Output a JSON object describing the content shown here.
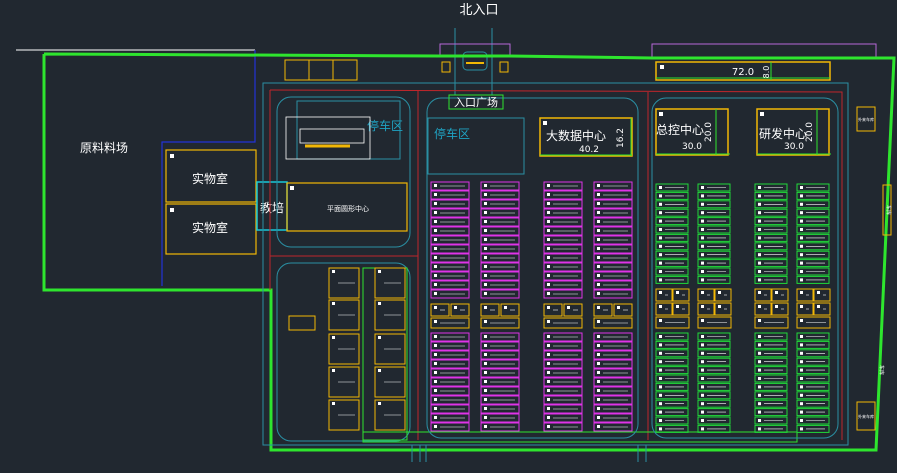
{
  "colors": {
    "background": "#212830",
    "boundary": "#2ee52e",
    "building": "#f2b705",
    "road": "#2a8fa3",
    "road_red": "#c0262b",
    "magenta_rows": "#e033e8",
    "green_rows": "#21d93a",
    "text": "#ffffff",
    "cyan_text": "#1fa2c2",
    "purple": "#b768d8",
    "blue_line": "#2233d6"
  },
  "labels": {
    "north_entrance": "北入口",
    "raw_material_yard": "原料料场",
    "lab_1": "实物室",
    "lab_2": "实物室",
    "teaching": "教培",
    "park_center": "平面圆形中心",
    "parking_1": "停车区",
    "parking_2": "停车区",
    "entrance_plaza": "入口广场",
    "big_data_center": "大数据中心",
    "big_data_w": "40.2",
    "big_data_h": "16.2",
    "control_center": "总控中心",
    "control_w": "30.0",
    "control_h": "20.0",
    "rd_center": "研发中心",
    "rd_w": "30.0",
    "rd_h": "20.0",
    "top_bar_w": "72.0",
    "top_bar_h": "8.0",
    "right_label_1": "外来车库",
    "right_label_2": "外来车库",
    "side_text_1": "车库",
    "side_text_2": "车库"
  },
  "icons": {
    "column_marker": "square-marker-icon"
  }
}
